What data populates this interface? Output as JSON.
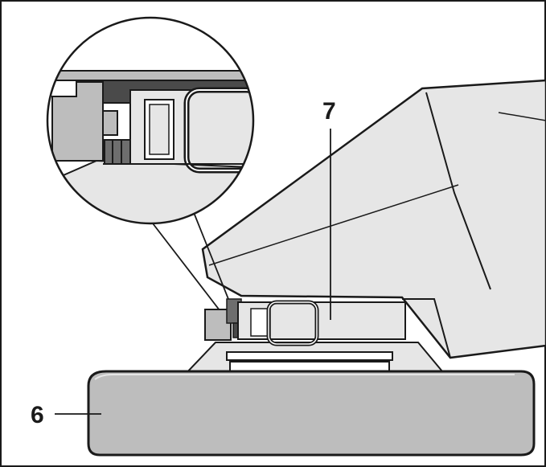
{
  "callouts": [
    {
      "id": "6",
      "label": "6"
    },
    {
      "id": "7",
      "label": "7"
    }
  ],
  "colors": {
    "line": "#1a1a1a",
    "light": "#e6e6e6",
    "mid": "#bdbdbd",
    "dark": "#6e6e6e",
    "darker": "#4a4a4a",
    "white": "#ffffff"
  }
}
